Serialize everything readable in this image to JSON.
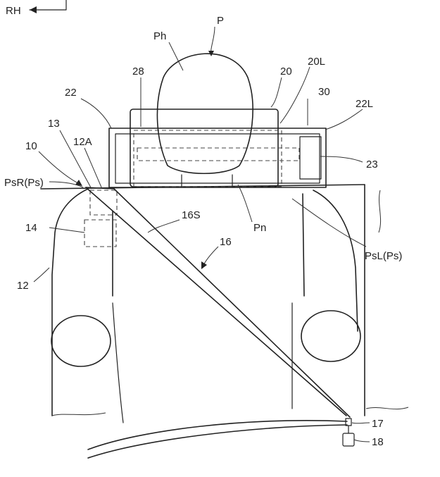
{
  "direction": {
    "label": "RH"
  },
  "labels": {
    "P": "P",
    "Ph": "Ph",
    "n28": "28",
    "n20": "20",
    "n20L": "20L",
    "n22": "22",
    "n30": "30",
    "n22L": "22L",
    "n13": "13",
    "n12A": "12A",
    "n10": "10",
    "n23": "23",
    "PsR": "PsR(Ps)",
    "n16S": "16S",
    "Pn": "Pn",
    "n14": "14",
    "n16": "16",
    "PsL": "PsL(Ps)",
    "n12": "12",
    "n17": "17",
    "n18": "18"
  }
}
